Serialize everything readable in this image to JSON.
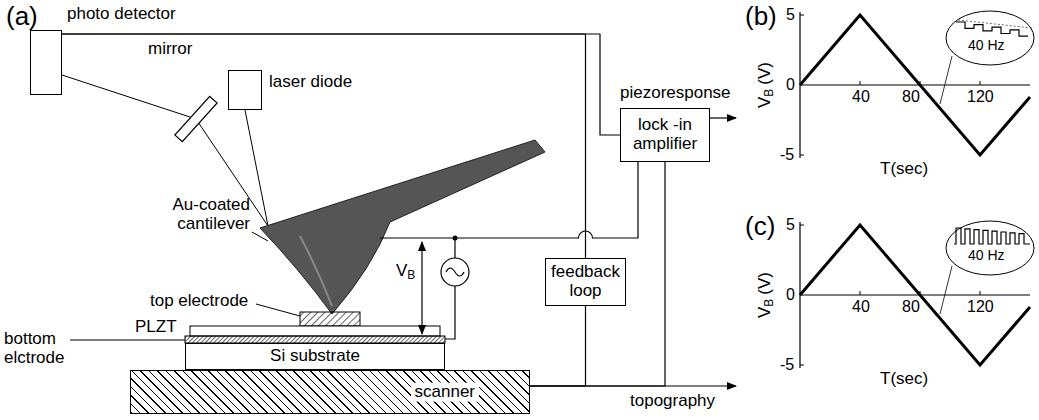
{
  "diagram": {
    "nodes": [
      {
        "text": [
          "photo detector"
        ]
      },
      {
        "text": [
          "laser diode"
        ]
      },
      {
        "text": [
          "lock -in amplifier"
        ]
      },
      {
        "text": [
          "feedback loop"
        ]
      },
      {
        "text": [
          "Si substrate"
        ]
      },
      {
        "text": [
          "scanner"
        ]
      }
    ],
    "edges": [
      {
        "from": 0,
        "to": 3,
        "arrow": "none"
      },
      {
        "from": 0,
        "to": 2,
        "arrow": "none"
      },
      {
        "from": 3,
        "to": 5,
        "arrow": "none"
      },
      {
        "from": 2,
        "to": 5,
        "arrow": "none"
      }
    ],
    "labels": [
      "(a)",
      "mirror",
      "Au-coated cantilever",
      "top electrode",
      "PLZT",
      "bottom elctrode",
      "V",
      "B",
      "piezoresponse",
      "topography",
      "(b)",
      "5",
      "0",
      "-5",
      "40",
      "80",
      "120",
      "T(sec)",
      "V",
      "B",
      "(V)",
      "40 Hz",
      "(c)",
      "5",
      "0",
      "-5",
      "40",
      "80",
      "120",
      "T(sec)",
      "V",
      "B",
      "(V)",
      "40 Hz"
    ]
  }
}
